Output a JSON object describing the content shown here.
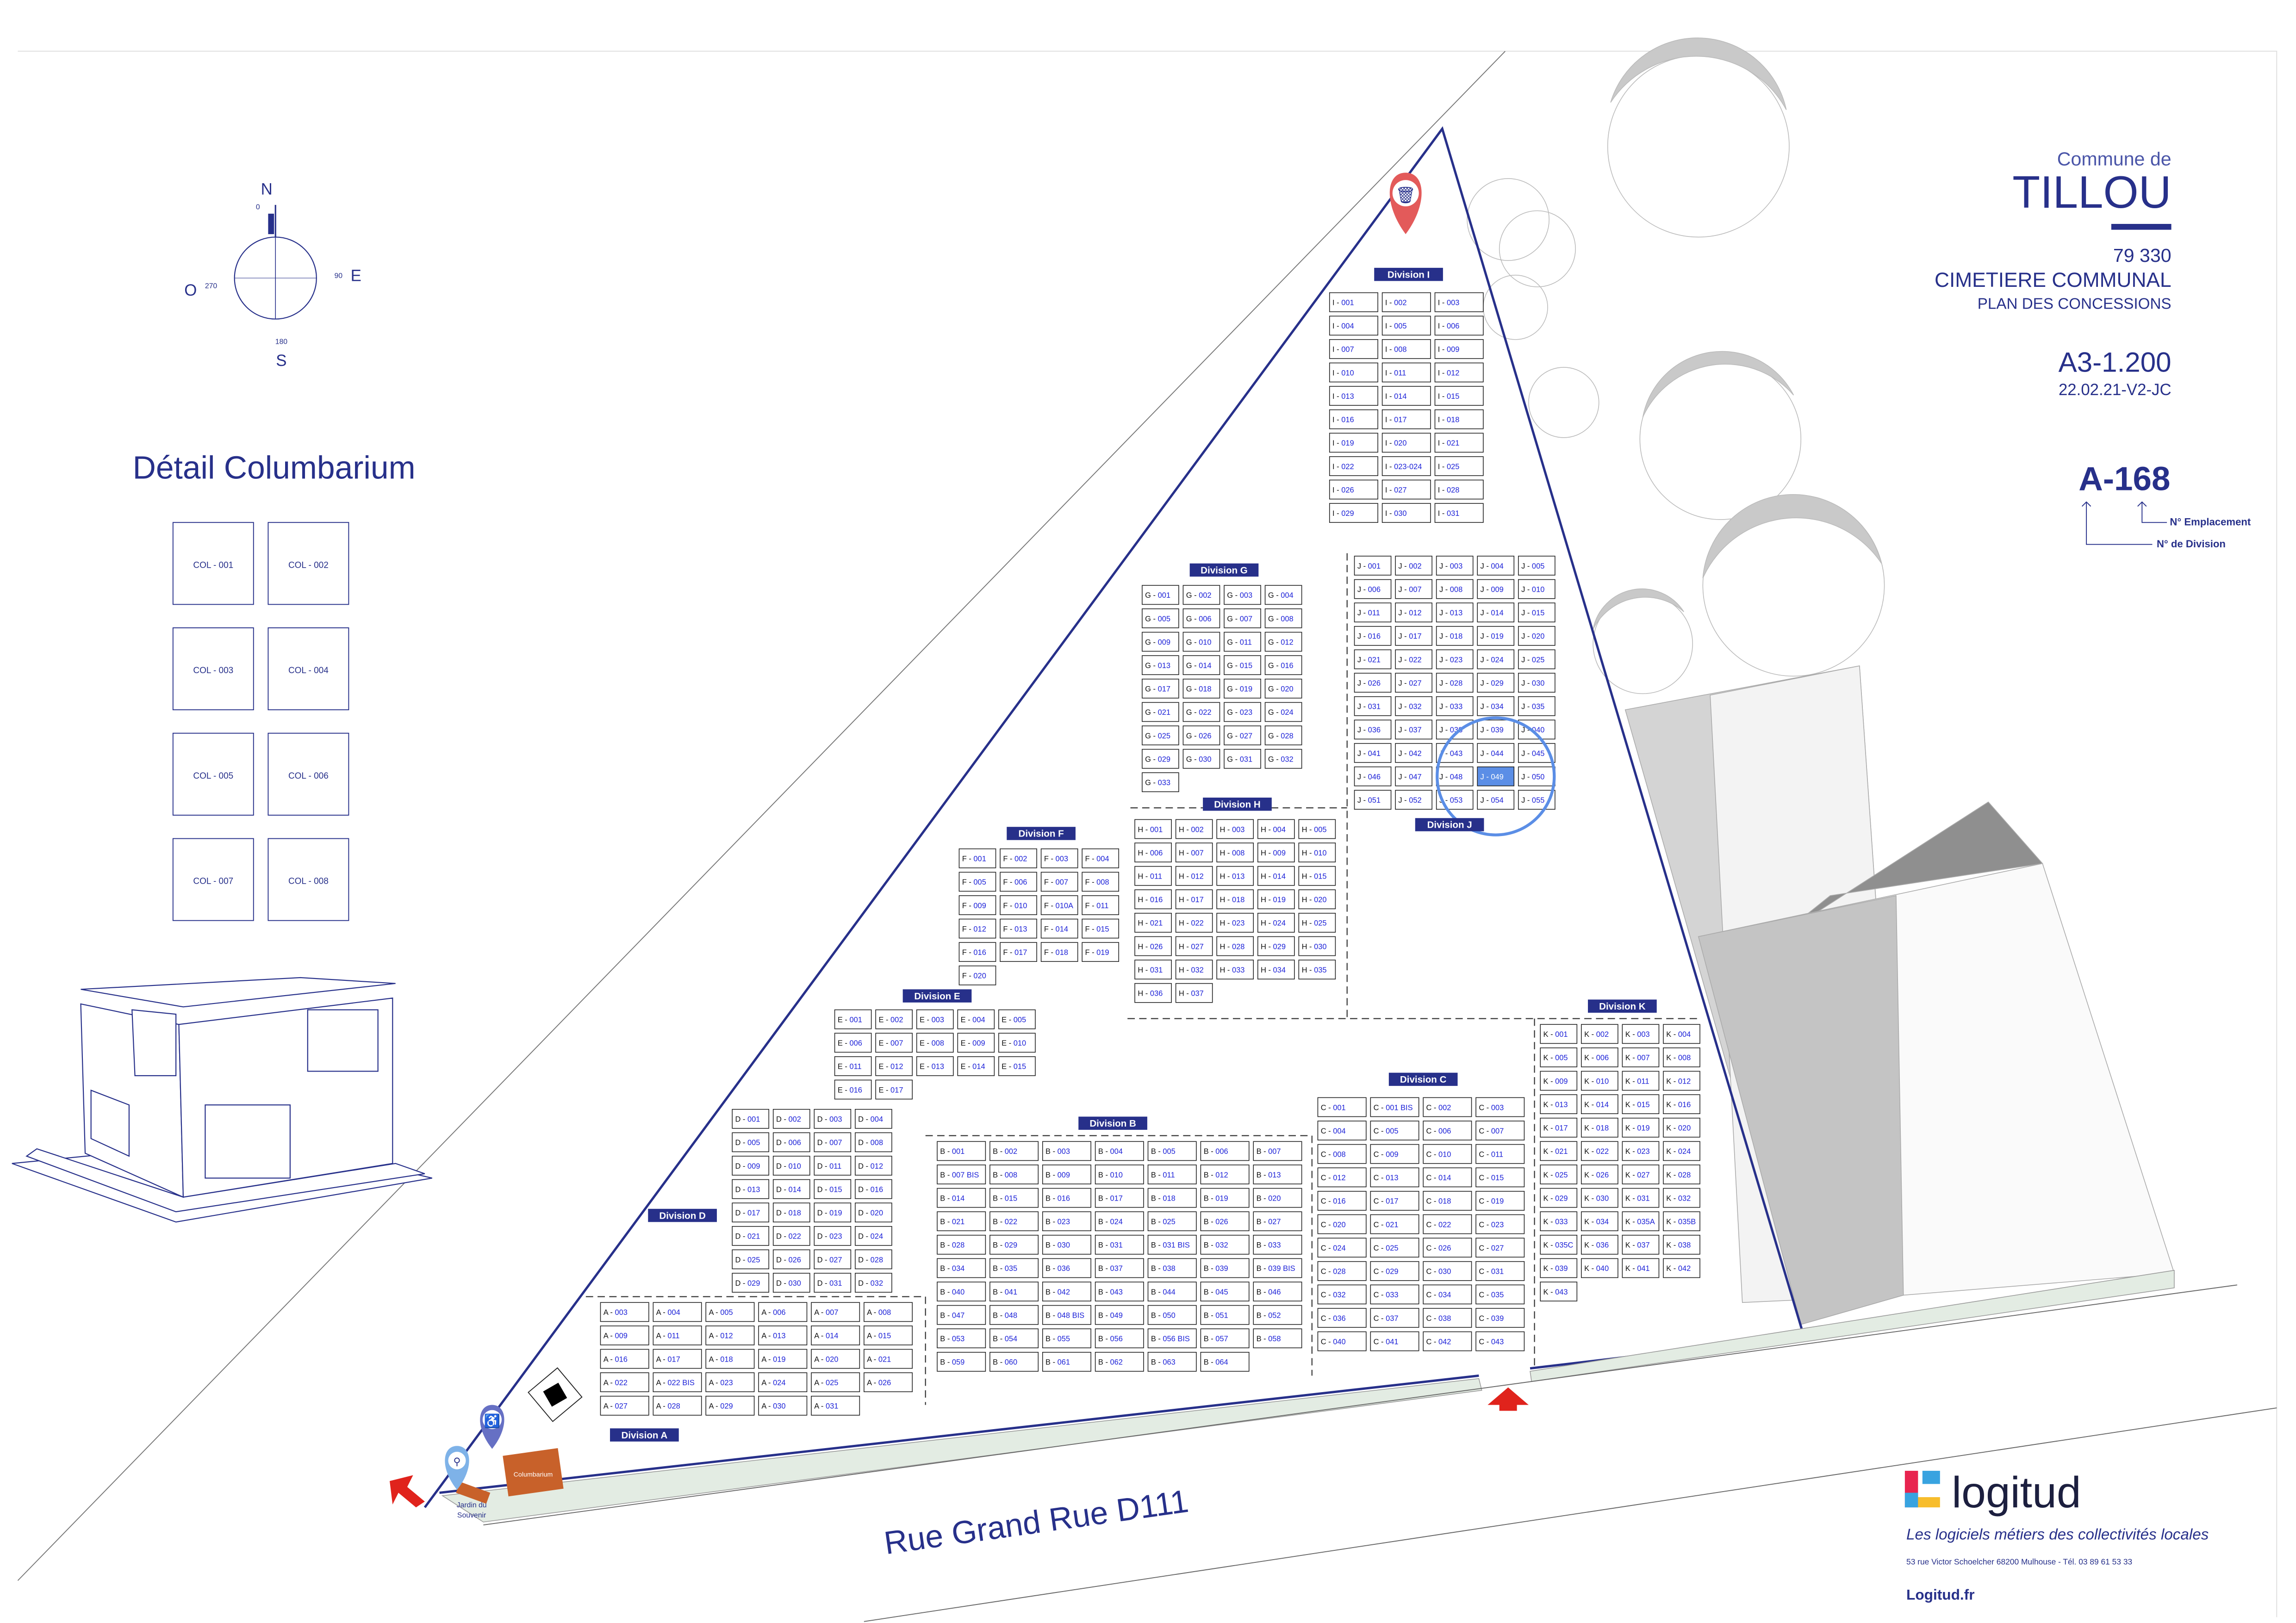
{
  "title_block": {
    "commune_label": "Commune de",
    "commune_name": "TILLOU",
    "postal_code": "79 330",
    "site": "CIMETIERE COMMUNAL",
    "plan_type": "PLAN DES CONCESSIONS",
    "format_scale": "A3-1.200",
    "version": "22.02.21-V2-JC"
  },
  "legend": {
    "example_code": "A-168",
    "emplacement_label": "N° Emplacement",
    "division_label": "N° de Division"
  },
  "compass": {
    "north": "N",
    "east": "E",
    "south": "S",
    "west": "O",
    "deg_0": "0",
    "deg_90": "90",
    "deg_180": "180",
    "deg_270": "270"
  },
  "columbarium_detail": {
    "title": "Détail Columbarium",
    "cells": [
      "COL - 001",
      "COL - 002",
      "COL - 003",
      "COL - 004",
      "COL - 005",
      "COL - 006",
      "COL - 007",
      "COL - 008"
    ]
  },
  "map": {
    "road_label": "Rue Grand Rue  D111",
    "columbarium_label": "Columbarium",
    "jardin_label_1": "Jardin du",
    "jardin_label_2": "Souvenir",
    "divisions": [
      {
        "name": "Division A",
        "letter": "A",
        "plots": [
          "003",
          "004",
          "005",
          "006",
          "007",
          "008",
          "009",
          "011",
          "012",
          "013",
          "014",
          "015",
          "016",
          "017",
          "018",
          "019",
          "020",
          "021",
          "022",
          "022 BIS",
          "023",
          "024",
          "025",
          "026",
          "027",
          "028",
          "029",
          "030",
          "031"
        ]
      },
      {
        "name": "Division B",
        "letter": "B",
        "plots": [
          "001",
          "002",
          "003",
          "004",
          "005",
          "006",
          "007",
          "007 BIS",
          "008",
          "009",
          "010",
          "011",
          "012",
          "013",
          "014",
          "015",
          "016",
          "017",
          "018",
          "019",
          "020",
          "021",
          "022",
          "023",
          "024",
          "025",
          "026",
          "027",
          "028",
          "029",
          "030",
          "031",
          "031 BIS",
          "032",
          "033",
          "034",
          "035",
          "036",
          "037",
          "038",
          "039",
          "039 BIS",
          "040",
          "041",
          "042",
          "043",
          "044",
          "045",
          "046",
          "047",
          "048",
          "048 BIS",
          "049",
          "050",
          "051",
          "052",
          "053",
          "054",
          "055",
          "056",
          "056 BIS",
          "057",
          "058",
          "059",
          "060",
          "061",
          "062",
          "063",
          "064"
        ]
      },
      {
        "name": "Division C",
        "letter": "C",
        "plots": [
          "001",
          "001 BIS",
          "002",
          "003",
          "004",
          "005",
          "006",
          "007",
          "008",
          "009",
          "010",
          "011",
          "012",
          "013",
          "014",
          "015",
          "016",
          "017",
          "018",
          "019",
          "020",
          "021",
          "022",
          "023",
          "024",
          "025",
          "026",
          "027",
          "028",
          "029",
          "030",
          "031",
          "032",
          "033",
          "034",
          "035",
          "036",
          "037",
          "038",
          "039",
          "040",
          "041",
          "042",
          "043"
        ]
      },
      {
        "name": "Division D",
        "letter": "D",
        "plots": [
          "001",
          "002",
          "003",
          "004",
          "005",
          "006",
          "007",
          "008",
          "009",
          "010",
          "011",
          "012",
          "013",
          "014",
          "015",
          "016",
          "017",
          "018",
          "019",
          "020",
          "021",
          "022",
          "023",
          "024",
          "025",
          "026",
          "027",
          "028",
          "029",
          "030",
          "031",
          "032"
        ]
      },
      {
        "name": "Division E",
        "letter": "E",
        "plots": [
          "001",
          "002",
          "003",
          "004",
          "005",
          "006",
          "007",
          "008",
          "009",
          "010",
          "011",
          "012",
          "013",
          "014",
          "015",
          "016",
          "017"
        ]
      },
      {
        "name": "Division F",
        "letter": "F",
        "plots": [
          "001",
          "002",
          "003",
          "004",
          "005",
          "006",
          "007",
          "008",
          "009",
          "010",
          "010A",
          "011",
          "012",
          "013",
          "014",
          "015",
          "016",
          "017",
          "018",
          "019",
          "020"
        ]
      },
      {
        "name": "Division G",
        "letter": "G",
        "plots": [
          "001",
          "002",
          "003",
          "004",
          "005",
          "006",
          "007",
          "008",
          "009",
          "010",
          "011",
          "012",
          "013",
          "014",
          "015",
          "016",
          "017",
          "018",
          "019",
          "020",
          "021",
          "022",
          "023",
          "024",
          "025",
          "026",
          "027",
          "028",
          "029",
          "030",
          "031",
          "032",
          "033"
        ]
      },
      {
        "name": "Division H",
        "letter": "H",
        "plots": [
          "001",
          "002",
          "003",
          "004",
          "005",
          "006",
          "007",
          "008",
          "009",
          "010",
          "011",
          "012",
          "013",
          "014",
          "015",
          "016",
          "017",
          "018",
          "019",
          "020",
          "021",
          "022",
          "023",
          "024",
          "025",
          "026",
          "027",
          "028",
          "029",
          "030",
          "031",
          "032",
          "033",
          "034",
          "035",
          "036",
          "037"
        ]
      },
      {
        "name": "Division I",
        "letter": "I",
        "plots": [
          "001",
          "002",
          "003",
          "004",
          "005",
          "006",
          "007",
          "008",
          "009",
          "010",
          "011",
          "012",
          "013",
          "014",
          "015",
          "016",
          "017",
          "018",
          "019",
          "020",
          "021",
          "022",
          "023-024",
          "025",
          "026",
          "027",
          "028",
          "029",
          "030",
          "031"
        ]
      },
      {
        "name": "Division J",
        "letter": "J",
        "plots": [
          "001",
          "002",
          "003",
          "004",
          "005",
          "006",
          "007",
          "008",
          "009",
          "010",
          "011",
          "012",
          "013",
          "014",
          "015",
          "016",
          "017",
          "018",
          "019",
          "020",
          "021",
          "022",
          "023",
          "024",
          "025",
          "026",
          "027",
          "028",
          "029",
          "030",
          "031",
          "032",
          "033",
          "034",
          "035",
          "036",
          "037",
          "038",
          "039",
          "040",
          "041",
          "042",
          "043",
          "044",
          "045",
          "046",
          "047",
          "048",
          "049",
          "050",
          "051",
          "052",
          "053",
          "054",
          "055"
        ]
      },
      {
        "name": "Division K",
        "letter": "K",
        "plots": [
          "001",
          "002",
          "003",
          "004",
          "005",
          "006",
          "007",
          "008",
          "009",
          "010",
          "011",
          "012",
          "013",
          "014",
          "015",
          "016",
          "017",
          "018",
          "019",
          "020",
          "021",
          "022",
          "023",
          "024",
          "025",
          "026",
          "027",
          "028",
          "029",
          "030",
          "031",
          "032",
          "033",
          "034",
          "035A",
          "035B",
          "035C",
          "036",
          "037",
          "038",
          "039",
          "040",
          "041",
          "042",
          "043"
        ]
      }
    ]
  },
  "footer": {
    "brand": "logitud",
    "tagline": "Les logiciels métiers des collectivités locales",
    "address": "53 rue Victor Schoelcher 68200 Mulhouse  - Tél. 03 89 61 53 33",
    "website": "Logitud.fr"
  },
  "colors": {
    "navy": "#27308a",
    "plot_number": "#1d22d8",
    "columbarium": "#c8612a",
    "arrow": "#e0231c",
    "highlight": "#5b8ee6"
  }
}
